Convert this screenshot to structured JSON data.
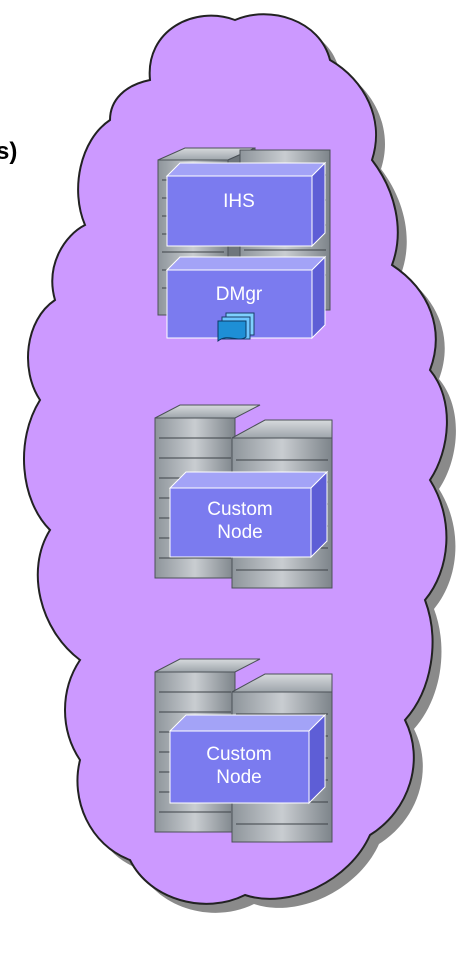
{
  "cut_text": "s)",
  "colors": {
    "cloud_fill": "#cc99ff",
    "cloud_stroke": "#222222",
    "box_front": "#7b7bef",
    "box_top": "#a3a3f7",
    "box_side": "#5e5ed6",
    "box_label": "#ffffff"
  },
  "components": [
    {
      "id": "ihs",
      "lines": [
        "IHS"
      ]
    },
    {
      "id": "dmgr",
      "lines": [
        "DMgr"
      ]
    },
    {
      "id": "custom-node-1",
      "lines": [
        "Custom",
        "Node"
      ]
    },
    {
      "id": "custom-node-2",
      "lines": [
        "Custom",
        "Node"
      ]
    }
  ],
  "icons": [
    "server-rack-icon",
    "document-stack-icon"
  ]
}
